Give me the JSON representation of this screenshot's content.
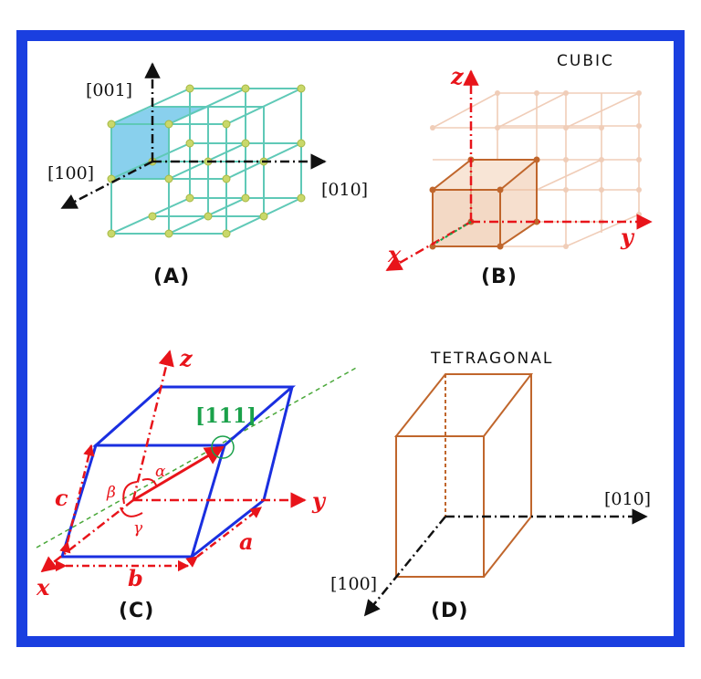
{
  "panels": {
    "a": {
      "label": "(A)",
      "dir_001": "[001]",
      "dir_100": "[100]",
      "dir_010": "[010]"
    },
    "b": {
      "label": "(B)",
      "title": "CUBIC",
      "axis_z": "z",
      "axis_x": "x",
      "axis_y": "y"
    },
    "c": {
      "label": "(C)",
      "axis_z": "z",
      "axis_x": "x",
      "axis_y": "y",
      "dir_111": "[111]",
      "edge_a": "a",
      "edge_b": "b",
      "edge_c": "c",
      "angle_alpha": "α",
      "angle_beta": "β",
      "angle_gamma": "γ"
    },
    "d": {
      "label": "(D)",
      "title": "TETRAGONAL",
      "dir_010": "[010]",
      "dir_100": "[100]"
    }
  },
  "colors": {
    "frame": "#1a3fe0",
    "lattice_teal": "#5fc9b7",
    "node_yellow": "#c9d86a",
    "face_blue": "#74c8ea",
    "axis_red": "#e8141a",
    "cube_orange": "#c0662c",
    "crystal_blue": "#1a2fe0",
    "green_111": "#1aa14a"
  }
}
